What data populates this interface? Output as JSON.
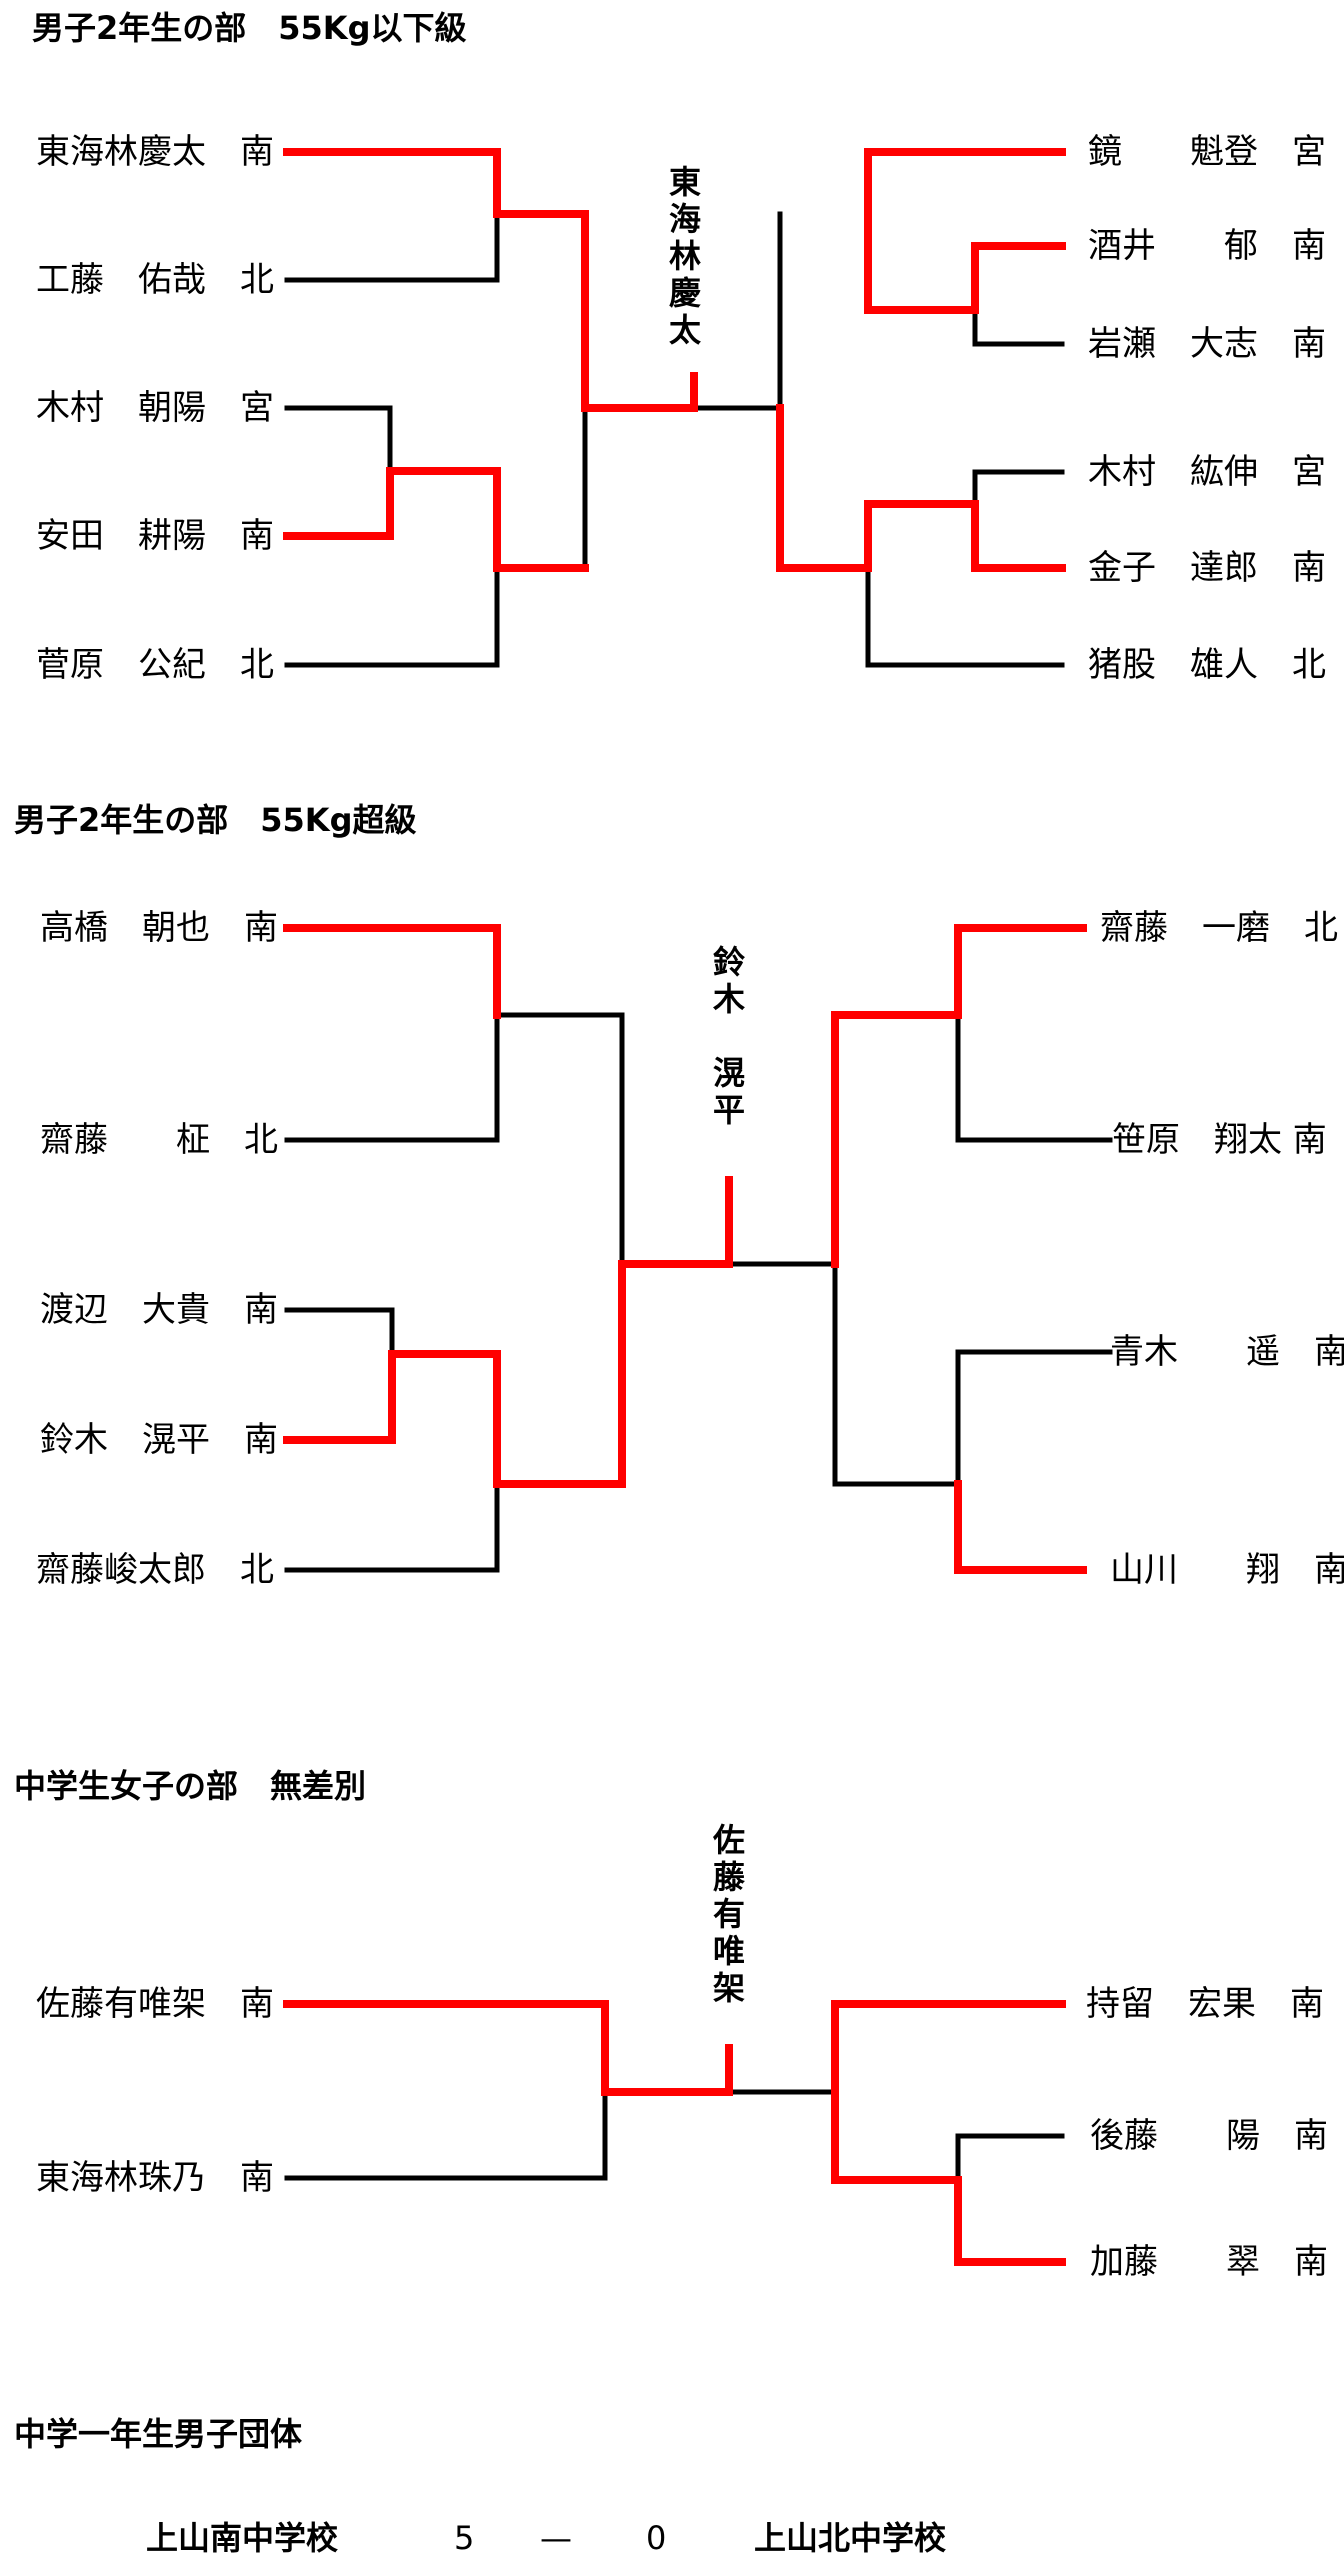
{
  "sections": [
    {
      "title": "男子2年生の部　55Kg以下級",
      "left": [
        "東海林慶太　南",
        "工藤　佑哉　北",
        "木村　朝陽　宮",
        "安田　耕陽　南",
        "菅原　公紀　北"
      ],
      "right": [
        "鏡　　魁登　宮",
        "酒井　　郁　南",
        "岩瀬　大志　南",
        "木村　紘伸　宮",
        "金子　達郎　南",
        "猪股　雄人　北"
      ],
      "winner": [
        "東",
        "海",
        "林",
        "慶",
        "太"
      ]
    },
    {
      "title": "男子2年生の部　55Kg超級",
      "left": [
        "高橋　朝也　南",
        "齋藤　　柾　北",
        "渡辺　大貴　南",
        "鈴木　滉平　南",
        "齋藤峻太郎　北"
      ],
      "right": [
        "齋藤　一磨　北",
        "笹原　翔太 南",
        "青木　　遥　南",
        "山川　　翔　南"
      ],
      "winner": [
        "鈴",
        "木",
        "",
        "滉",
        "平"
      ]
    },
    {
      "title": "中学生女子の部　無差別",
      "left": [
        "佐藤有唯架　南",
        "東海林珠乃　南"
      ],
      "right": [
        "持留　宏果　南",
        "後藤　　陽　南",
        "加藤　　翠　南"
      ],
      "winner": [
        "佐",
        "藤",
        "有",
        "唯",
        "架"
      ]
    }
  ],
  "team": {
    "title": "中学一年生男子団体",
    "home": "上山南中学校",
    "home_score": "5",
    "dash": "—",
    "away_score": "0",
    "away": "上山北中学校"
  },
  "colors": {
    "winner_line": "#ff0000",
    "line": "#000000"
  }
}
